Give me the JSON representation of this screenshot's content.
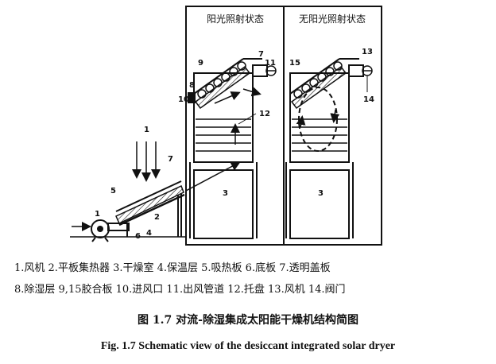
{
  "panel_headers": {
    "sun": "阳光照射状态",
    "no_sun": "无阳光照射状态"
  },
  "labels": {
    "fan_inlet": "1",
    "solar_rays": "1",
    "collector_edge": "2",
    "chamber_left": "3",
    "chamber_right": "3",
    "insulation": "4",
    "absorber": "5",
    "base_plate": "6",
    "cover_collector": "7",
    "cover_sun": "7",
    "desiccant_bed": "8",
    "desiccant_plate_sun": "9",
    "desiccant_plate_nosun": "15",
    "air_inlet": "10",
    "outlet_duct": "11",
    "tray": "12",
    "fan_top": "13",
    "valve": "14"
  },
  "legend": {
    "line1": "1.风机 2.平板集热器 3.干燥室 4.保温层 5.吸热板 6.底板 7.透明盖板",
    "line2": "8.除湿层 9,15胶合板 10.进风口 11.出风管道 12.托盘 13.风机 14.阀门"
  },
  "caption_cn": "图 1.7 对流-除湿集成太阳能干燥机结构简图",
  "caption_en": "Fig. 1.7 Schematic view of the desiccant integrated solar dryer"
}
